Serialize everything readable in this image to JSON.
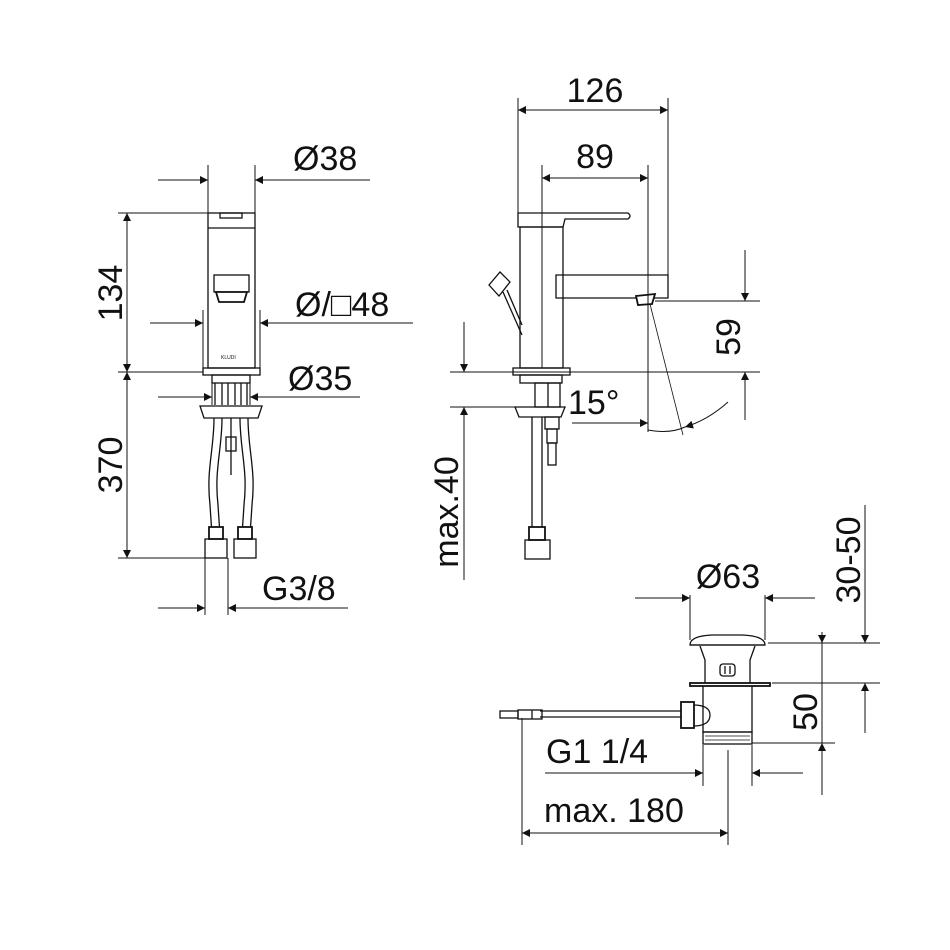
{
  "drawing": {
    "front_view": {
      "dims": {
        "top_diameter": "Ø38",
        "height": "134",
        "body": "Ø/□48",
        "shank": "Ø35",
        "hose_length": "370",
        "connection": "G3/8"
      },
      "logo": "KLUDI"
    },
    "side_view": {
      "dims": {
        "total_depth": "126",
        "spout_reach": "89",
        "spout_height": "59",
        "deck_thickness": "max.40",
        "angle": "15°"
      }
    },
    "drain": {
      "dims": {
        "cap_diameter": "Ø63",
        "basin_thickness": "30-50",
        "height": "50",
        "thread": "G1 1/4",
        "rod_length": "max. 180"
      }
    },
    "colors": {
      "line": "#111111",
      "background": "#ffffff"
    }
  }
}
